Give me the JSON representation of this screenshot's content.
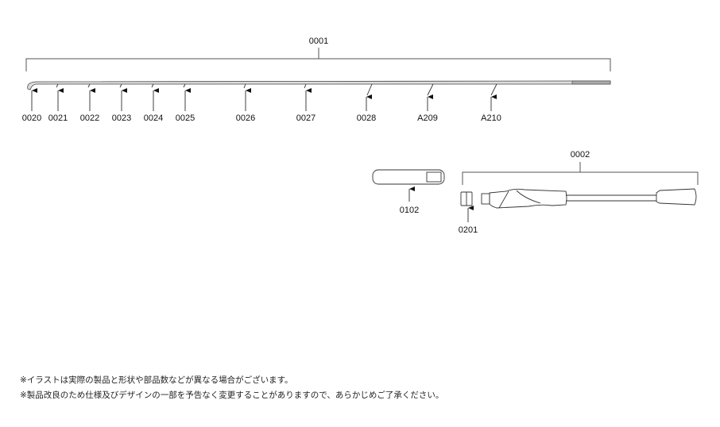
{
  "assembly_tip": {
    "label": "0001"
  },
  "assembly_butt": {
    "label": "0002"
  },
  "tip_parts": [
    "0020",
    "0021",
    "0022",
    "0023",
    "0024",
    "0025",
    "0026",
    "0027",
    "0028",
    "A209",
    "A210"
  ],
  "other_parts": {
    "cap": "0102",
    "butt_joint": "0201"
  },
  "notes": [
    "※イラストは実際の製品と形状や部品数などが異なる場合がございます。",
    "※製品改良のため仕様及びデザインの一部を予告なく変更することがありますので、あらかじめご了承ください。"
  ]
}
